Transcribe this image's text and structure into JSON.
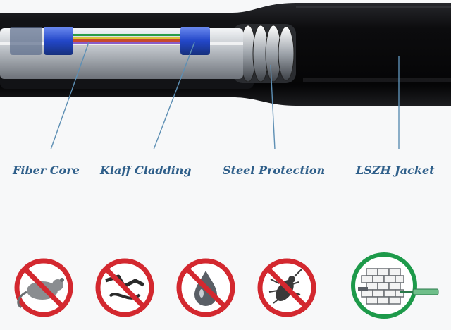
{
  "labels": {
    "fiber_core": "Fiber Core",
    "klaff_cladding": "Klaff Cladding",
    "steel_protection": "Steel Protection",
    "lszh_jacket": "LSZH Jacket"
  },
  "feature_icons": [
    {
      "name": "no-rodent-icon",
      "meaning": "rodent-proof"
    },
    {
      "name": "no-bending-icon",
      "meaning": "anti-bending"
    },
    {
      "name": "no-water-icon",
      "meaning": "waterproof"
    },
    {
      "name": "no-insect-icon",
      "meaning": "insect-proof"
    },
    {
      "name": "brick-wall-icon",
      "meaning": "wall-installation"
    }
  ],
  "colors": {
    "label_text": "#2f5f8a",
    "leader_line": "#5d8fb4",
    "prohibition_red": "#d3282f",
    "install_green": "#1d9a4a",
    "jacket_black": "#0d0d0f",
    "fiber_blue": "#2f58d8"
  }
}
